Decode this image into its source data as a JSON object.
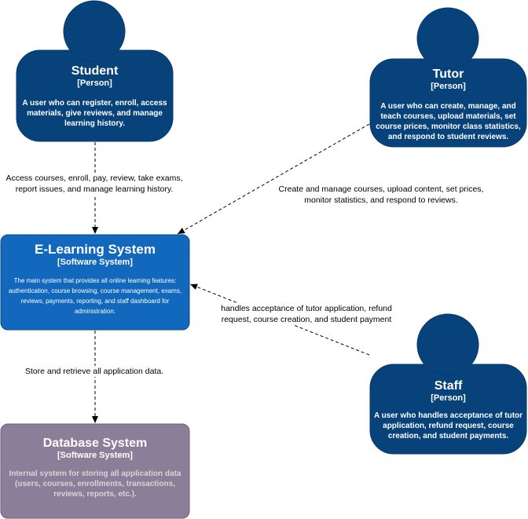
{
  "colors": {
    "person": "#08427b",
    "person_stroke": "#073b6f",
    "system": "#1168bd",
    "system_stroke": "#0b4884",
    "database": "#8b7e99",
    "database_stroke": "#6b5f78",
    "database_desc_text": "#d6d6d6",
    "edge": "#000000"
  },
  "nodes": {
    "student": {
      "title": "Student",
      "type": "[Person]",
      "description": "A user who can register, enroll, access materials, give reviews, and manage learning history."
    },
    "tutor": {
      "title": "Tutor",
      "type": "[Person]",
      "description": "A user who can create, manage, and teach courses, upload materials, set course prices, monitor class statistics, and respond to student reviews."
    },
    "elearning": {
      "title": "E-Learning System",
      "type": "[Software System]",
      "description": "The main system that provides all online learning features: authentication, course browsing, course management, exams, reviews, payments, reporting, and staff dashboard for administration."
    },
    "staff": {
      "title": "Staff",
      "type": "[Person]",
      "description": "A user who handles acceptance of tutor application, refund request, course creation, and student payments."
    },
    "database": {
      "title": "Database System",
      "type": "[Software System]",
      "description": "Internal system for storing all application data (users, courses, enrollments, transactions, reviews, reports, etc.)."
    }
  },
  "edges": {
    "student_to_system": "Access courses, enroll, pay, review, take exams, report issues, and manage learning history.",
    "tutor_to_system": "Create and manage courses, upload content, set prices, monitor statistics, and respond to reviews.",
    "staff_to_system": "handles acceptance of tutor application, refund request, course creation, and student payment",
    "system_to_database": "Store and retrieve all application data."
  }
}
